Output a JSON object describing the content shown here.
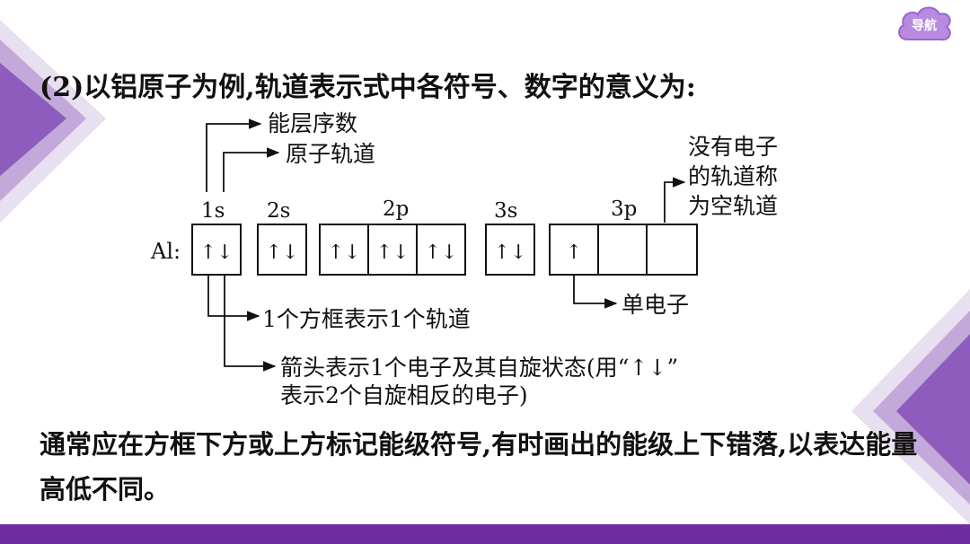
{
  "nav": {
    "label": "导航"
  },
  "heading": "(2)以铝原子为例,轨道表示式中各符号、数字的意义为:",
  "diagram": {
    "element_label": "Al:",
    "callouts": {
      "energy_level": "能层序数",
      "atomic_orbital": "原子轨道",
      "empty_orbital": [
        "没有电子",
        "的轨道称",
        "为空轨道"
      ],
      "single_electron": "单电子",
      "box_meaning": "1个方框表示1个轨道",
      "arrow_meaning_1": "箭头表示1个电子及其自旋状态(用“↑↓”",
      "arrow_meaning_2": "表示2个自旋相反的电子)"
    },
    "subshells": [
      {
        "label": "1s",
        "boxes": [
          "↑↓"
        ]
      },
      {
        "label": "2s",
        "boxes": [
          "↑↓"
        ]
      },
      {
        "label": "2p",
        "boxes": [
          "↑↓",
          "↑↓",
          "↑↓"
        ]
      },
      {
        "label": "3s",
        "boxes": [
          "↑↓"
        ]
      },
      {
        "label": "3p",
        "boxes": [
          "↑",
          "",
          ""
        ]
      }
    ]
  },
  "paragraph": "通常应在方框下方或上方标记能级符号,有时画出的能级上下错落,以表达能量高低不同。",
  "colors": {
    "accent": "#6d2fa0",
    "nav_badge": "#b98be0",
    "deco_light": "#e6dcef",
    "deco_mid": "#bfa6d6"
  }
}
